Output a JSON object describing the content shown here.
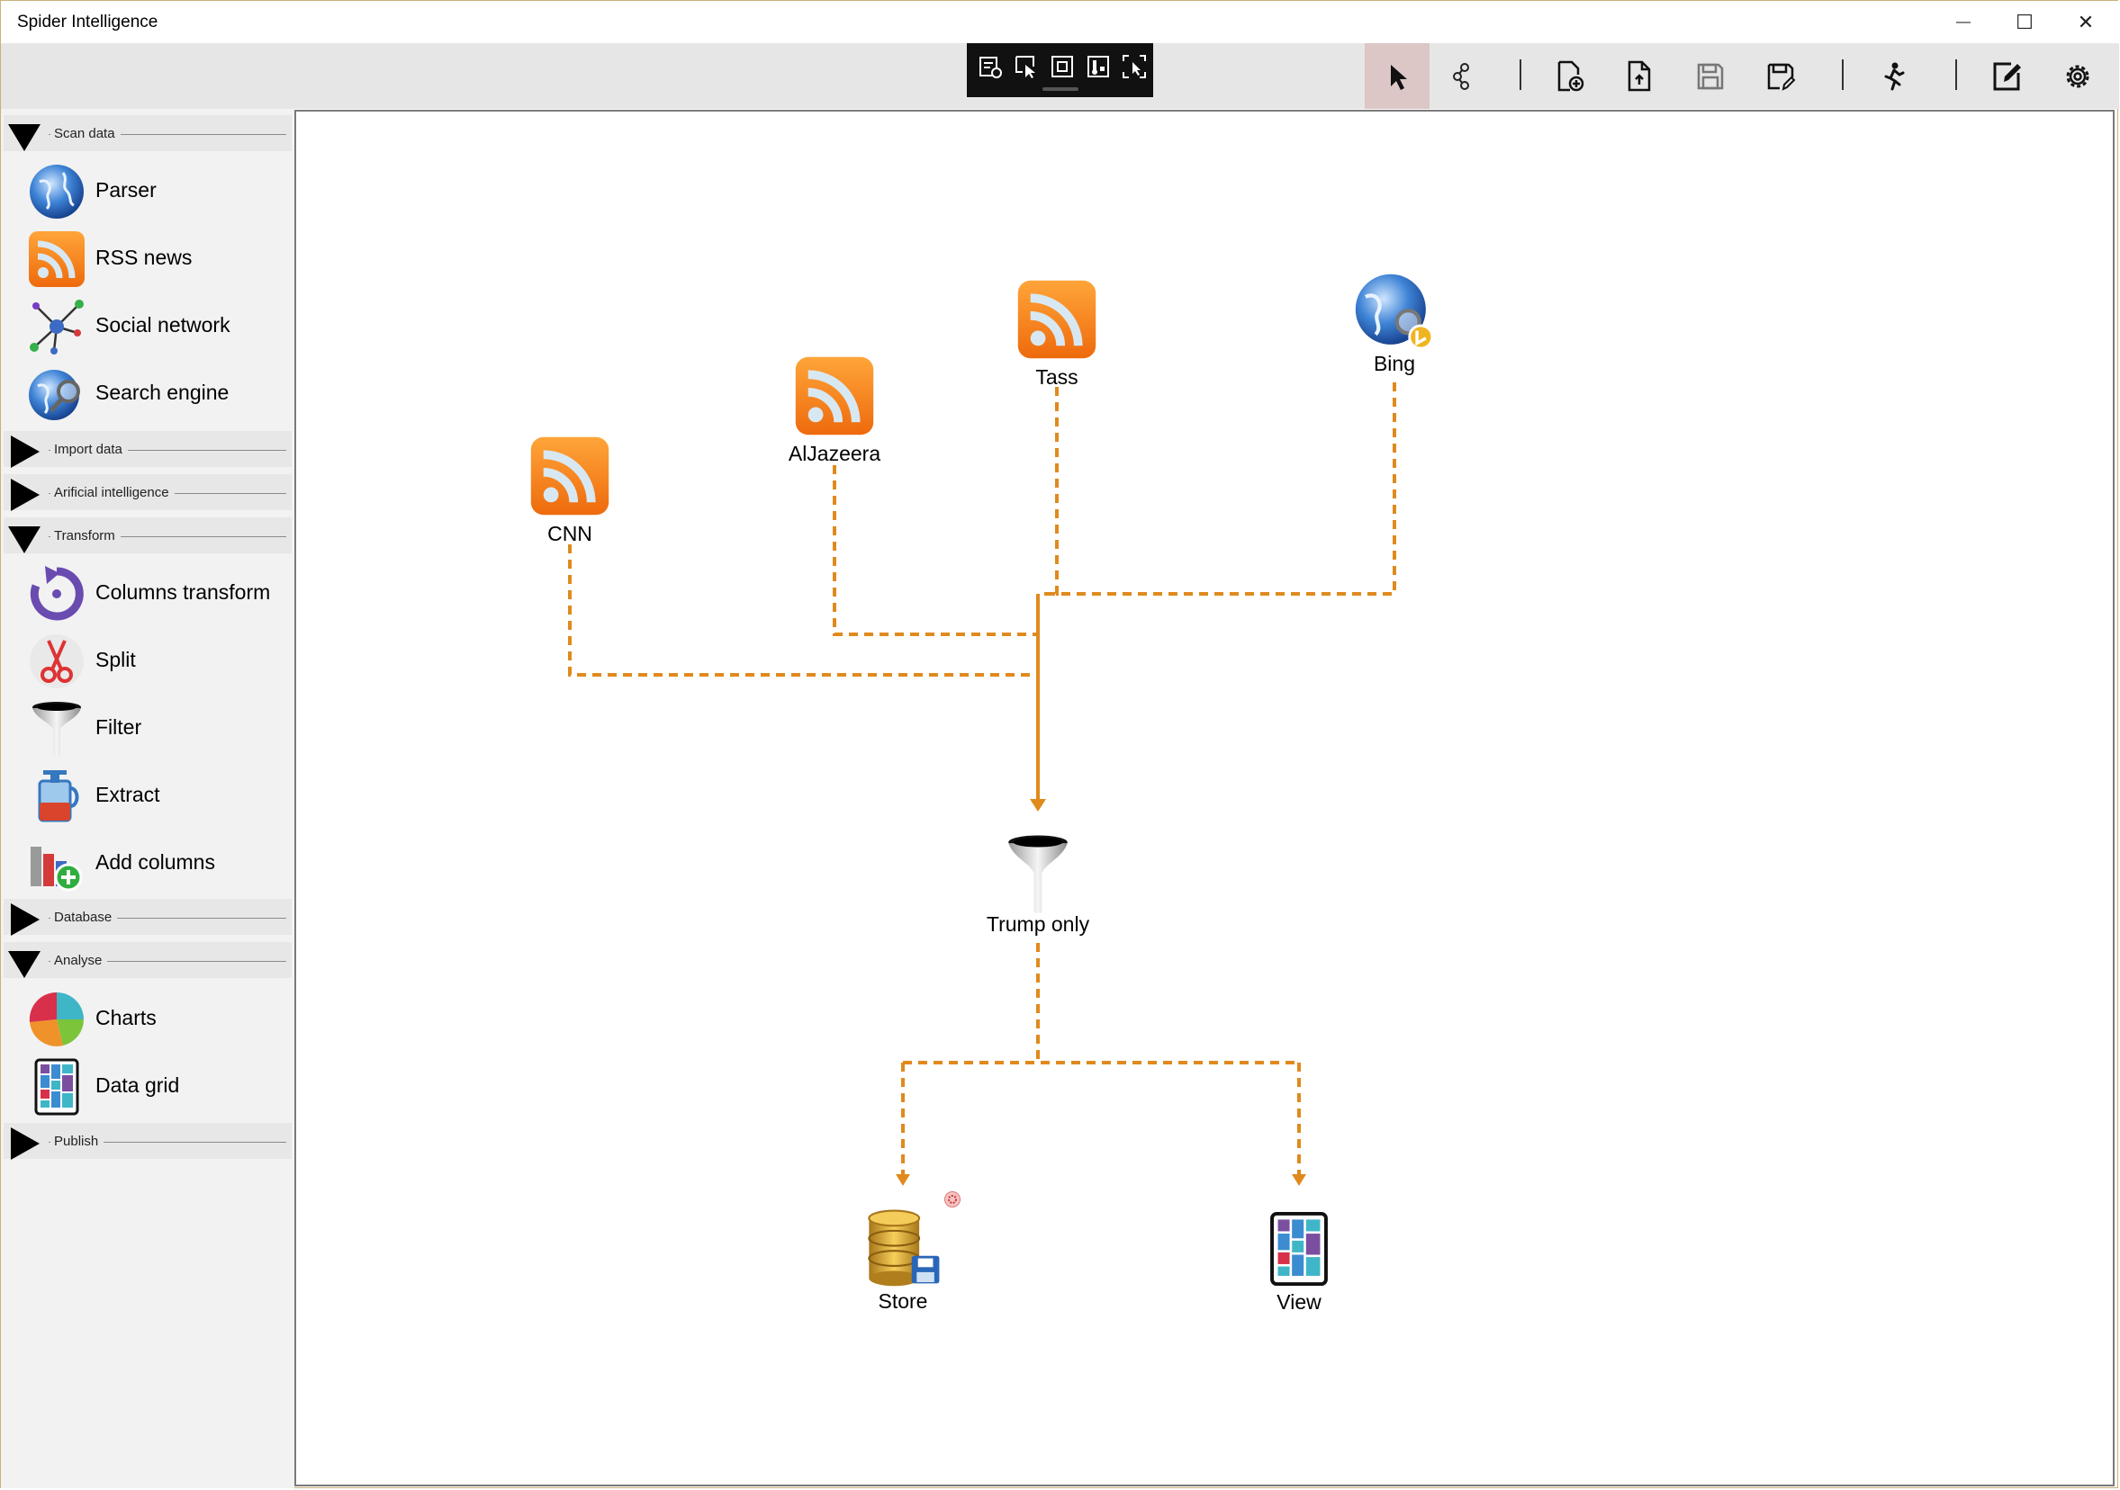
{
  "app": {
    "title": "Spider Intelligence"
  },
  "window": {
    "minimize": "—",
    "maximize": "☐",
    "close": "✕"
  },
  "toolbar": {
    "quick_icons": [
      "properties-icon",
      "select-area-icon",
      "frame-icon",
      "thermometer-icon",
      "fit-selection-icon"
    ],
    "buttons": [
      "pointer-icon",
      "connect-icon",
      "new-document-icon",
      "open-document-icon",
      "save-icon",
      "save-as-icon",
      "run-icon",
      "edit-icon",
      "settings-icon"
    ]
  },
  "sidebar": {
    "sections": [
      {
        "label": "Scan data",
        "expanded": true
      },
      {
        "label": "Import data",
        "expanded": false
      },
      {
        "label": "Arificial intelligence",
        "expanded": false
      },
      {
        "label": "Transform",
        "expanded": true
      },
      {
        "label": "Database",
        "expanded": false
      },
      {
        "label": "Analyse",
        "expanded": true
      },
      {
        "label": "Publish",
        "expanded": false
      }
    ],
    "items": [
      {
        "label": "Parser",
        "icon": "globe-icon"
      },
      {
        "label": "RSS news",
        "icon": "rss-icon"
      },
      {
        "label": "Social network",
        "icon": "network-icon"
      },
      {
        "label": "Search engine",
        "icon": "search-globe-icon"
      },
      {
        "label": "Columns transform",
        "icon": "rotate-icon"
      },
      {
        "label": "Split",
        "icon": "scissors-icon"
      },
      {
        "label": "Filter",
        "icon": "funnel-icon"
      },
      {
        "label": "Extract",
        "icon": "press-icon"
      },
      {
        "label": "Add columns",
        "icon": "add-columns-icon"
      },
      {
        "label": "Charts",
        "icon": "pie-chart-icon"
      },
      {
        "label": "Data grid",
        "icon": "data-grid-icon"
      }
    ]
  },
  "flow": {
    "nodes": {
      "cnn": {
        "label": "CNN",
        "icon": "rss-icon"
      },
      "aljazeera": {
        "label": "AlJazeera",
        "icon": "rss-icon"
      },
      "tass": {
        "label": "Tass",
        "icon": "rss-icon"
      },
      "bing": {
        "label": "Bing",
        "icon": "bing-globe-icon"
      },
      "trump": {
        "label": "Trump only",
        "icon": "funnel-icon"
      },
      "store": {
        "label": "Store",
        "icon": "database-icon"
      },
      "view": {
        "label": "View",
        "icon": "data-grid-icon"
      }
    },
    "link_color": "#e08a1e"
  }
}
